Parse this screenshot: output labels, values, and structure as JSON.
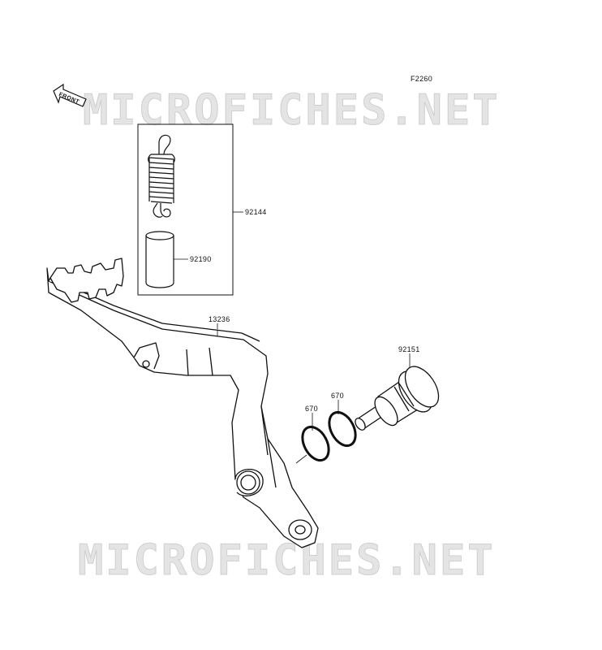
{
  "figure_id": "F2260",
  "front_label": "FRONT",
  "watermark": "MICROFICHES.NET",
  "callouts": [
    {
      "id": "92144"
    },
    {
      "id": "92190"
    },
    {
      "id": "13236"
    },
    {
      "id": "92151"
    },
    {
      "id": "670"
    },
    {
      "id": "670"
    }
  ]
}
